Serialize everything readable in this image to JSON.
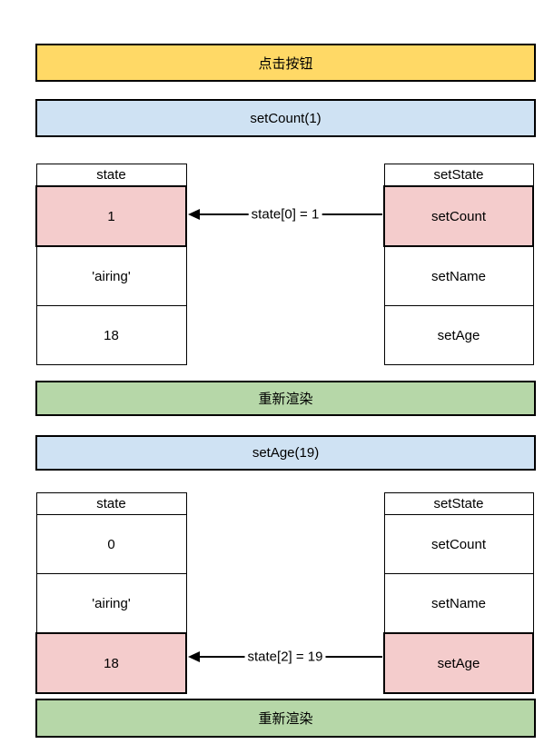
{
  "colors": {
    "yellow": "#FFD966",
    "blue": "#CFE2F3",
    "green": "#B6D7A8",
    "pink": "#F4CCCC",
    "border": "#000000"
  },
  "bars": {
    "click": {
      "label": "点击按钮"
    },
    "setcount": {
      "label": "setCount(1)"
    },
    "rerender1": {
      "label": "重新渲染"
    },
    "setage": {
      "label": "setAge(19)"
    },
    "rerender2": {
      "label": "重新渲染"
    }
  },
  "step1": {
    "state": {
      "header": "state",
      "rows": [
        "1",
        "'airing'",
        "18"
      ],
      "highlight_index": 0
    },
    "setters": {
      "header": "setState",
      "rows": [
        "setCount",
        "setName",
        "setAge"
      ],
      "highlight_index": 0
    },
    "arrow_label": "state[0] = 1"
  },
  "step2": {
    "state": {
      "header": "state",
      "rows": [
        "0",
        "'airing'",
        "18"
      ],
      "highlight_index": 2
    },
    "setters": {
      "header": "setState",
      "rows": [
        "setCount",
        "setName",
        "setAge"
      ],
      "highlight_index": 2
    },
    "arrow_label": "state[2] = 19"
  }
}
